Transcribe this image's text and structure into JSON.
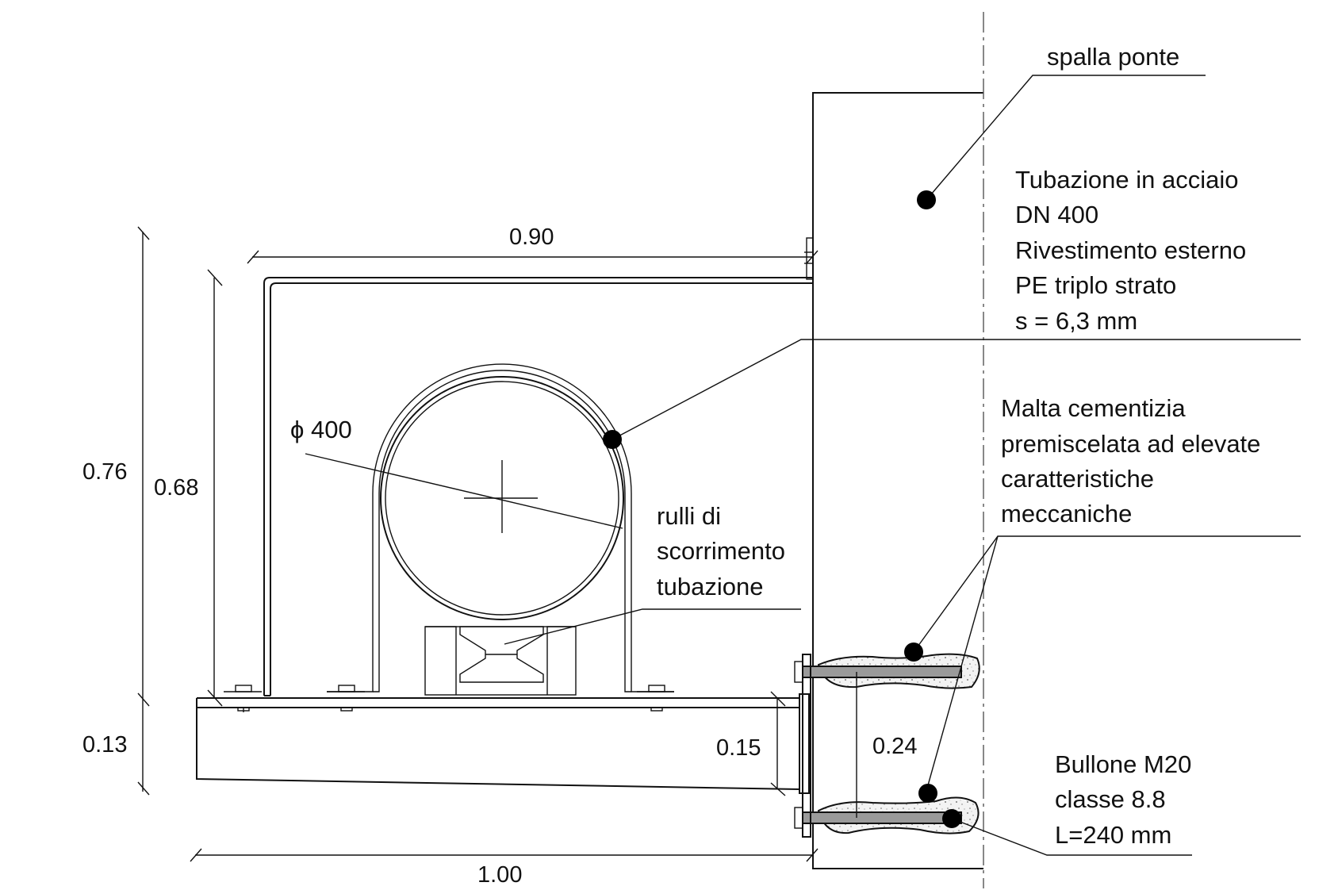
{
  "labels": {
    "spalla": "spalla ponte",
    "tubazione": [
      "Tubazione in acciaio",
      "DN 400",
      "Rivestimento esterno",
      "PE triplo strato",
      "s = 6,3 mm"
    ],
    "malta": [
      "Malta cementizia",
      "premiscelata ad elevate",
      "caratteristiche",
      "meccaniche"
    ],
    "rulli": [
      "rulli di",
      "scorrimento",
      "tubazione"
    ],
    "bullone": [
      "Bullone M20",
      "classe 8.8",
      "L=240 mm"
    ],
    "diameter": "ϕ 400"
  },
  "dimensions": {
    "width_top": "0.90",
    "width_bottom": "1.00",
    "height_total": "0.76",
    "height_frame": "0.68",
    "beam_depth": "0.13",
    "beam_end": "0.15",
    "bolt_spacing": "0.24"
  },
  "colors": {
    "line": "#111111",
    "background": "#ffffff",
    "mortar_fill": "#f2f2f2",
    "bolt_fill": "#9a9a9a"
  }
}
